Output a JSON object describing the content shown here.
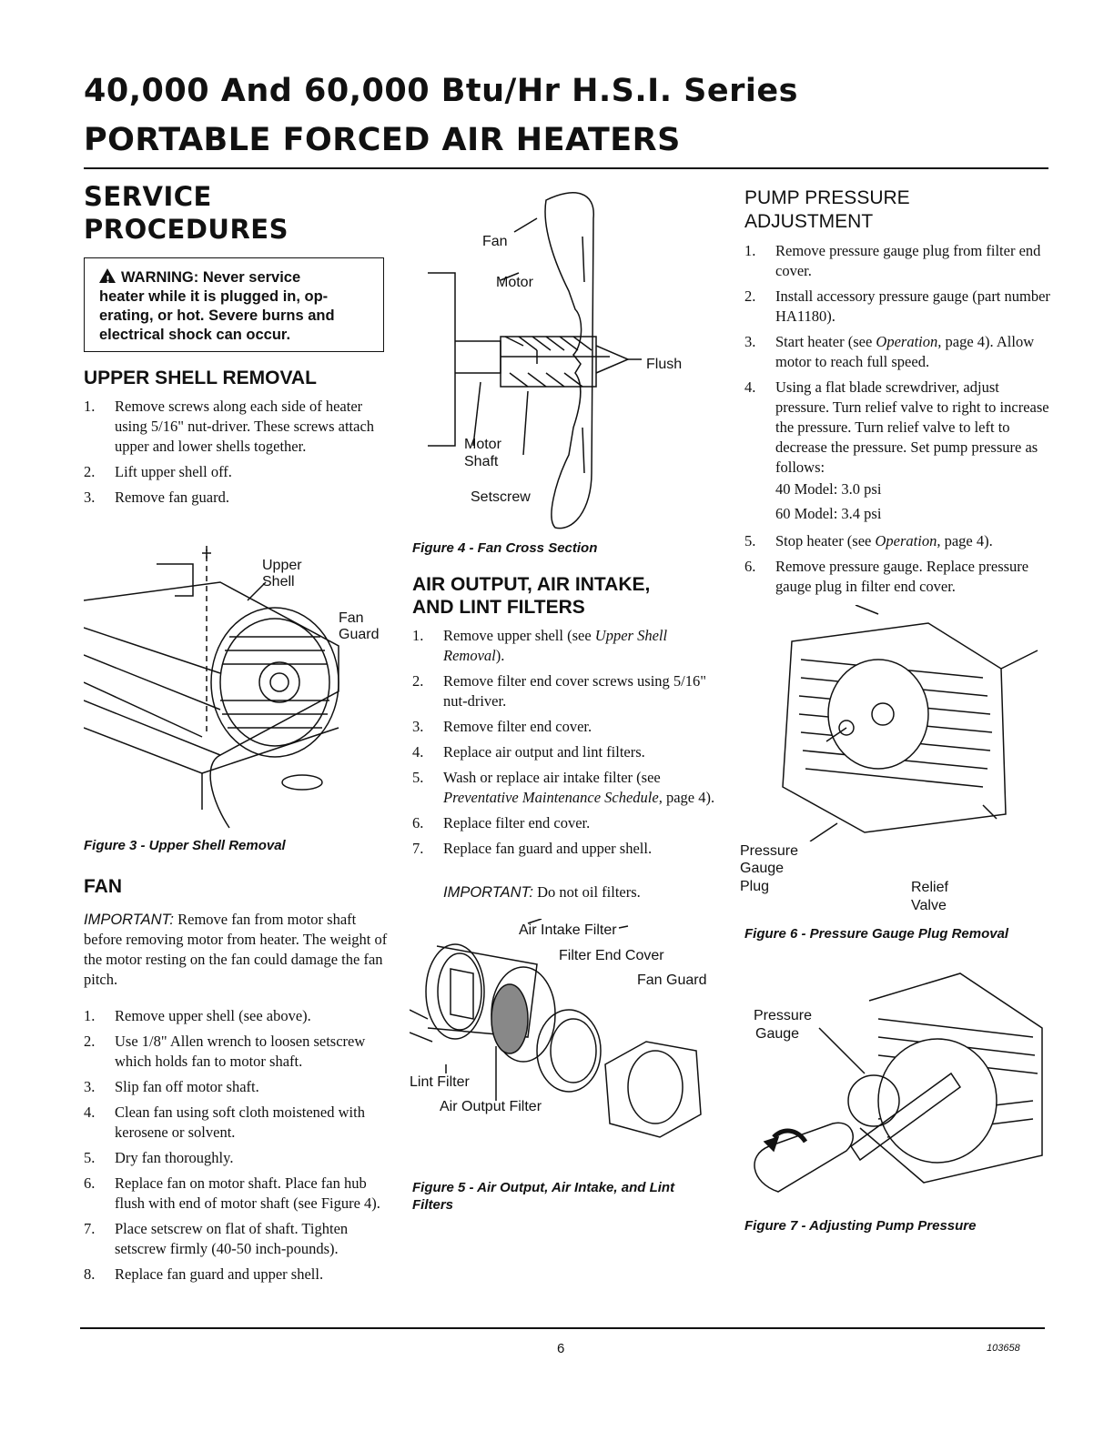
{
  "header": {
    "title_line1": "40,000 And 60,000 Btu/Hr H.S.I. Series",
    "title_line2": "PORTABLE FORCED AIR HEATERS"
  },
  "left": {
    "section_title_line1": "SERVICE",
    "section_title_line2": "PROCEDURES",
    "warning": "WARNING: Never service heater while it is plugged in, operating, or hot. Severe burns and electrical shock can occur.",
    "warning_line1": "WARNING: Never service",
    "warning_line2": "heater while it is plugged in, op-",
    "warning_line3": "erating, or hot. Severe burns and",
    "warning_line4": "electrical shock can occur.",
    "upper_shell_title": "UPPER SHELL REMOVAL",
    "upper_shell_steps": [
      {
        "n": "1.",
        "text": "Remove screws along each side of heater using 5/16\" nut-driver. These screws attach upper and lower shells together."
      },
      {
        "n": "2.",
        "text": "Lift upper shell off."
      },
      {
        "n": "3.",
        "text": "Remove fan guard."
      }
    ],
    "fig3": {
      "label_upper_shell_1": "Upper",
      "label_upper_shell_2": "Shell",
      "label_fan_guard_1": "Fan",
      "label_fan_guard_2": "Guard",
      "caption": "Figure 3 - Upper Shell Removal"
    },
    "fan_title": "FAN",
    "fan_important_label": "IMPORTANT:",
    "fan_important_text": "Remove fan from motor shaft before removing motor from heater. The weight of the motor resting on the fan could damage the fan pitch.",
    "fan_steps": [
      {
        "n": "1.",
        "text": "Remove upper shell (see above)."
      },
      {
        "n": "2.",
        "text": "Use 1/8\" Allen wrench to loosen setscrew which holds fan to motor shaft."
      },
      {
        "n": "3.",
        "text": "Slip fan off motor shaft."
      },
      {
        "n": "4.",
        "text": "Clean fan using soft cloth moistened with kerosene or solvent."
      },
      {
        "n": "5.",
        "text": "Dry fan thoroughly."
      },
      {
        "n": "6.",
        "text": "Replace fan on motor shaft. Place fan hub flush with end of motor shaft (see Figure 4)."
      },
      {
        "n": "7.",
        "text": "Place setscrew on flat of shaft. Tighten setscrew firmly (40-50 inch-pounds)."
      },
      {
        "n": "8.",
        "text": "Replace fan guard and upper shell."
      }
    ]
  },
  "middle": {
    "fig4": {
      "label_fan": "Fan",
      "label_motor": "Motor",
      "label_flush": "Flush",
      "label_motor_shaft_1": "Motor",
      "label_motor_shaft_2": "Shaft",
      "label_setscrew": "Setscrew",
      "caption": "Figure 4 - Fan Cross Section"
    },
    "filters_title_line1": "AIR OUTPUT, AIR INTAKE,",
    "filters_title_line2": "AND LINT FILTERS",
    "filters_steps": [
      {
        "n": "1.",
        "text_plain": "Remove upper shell (see ",
        "text_ital": "Upper Shell Removal",
        "text_end": ")."
      },
      {
        "n": "2.",
        "text_plain": "Remove filter end cover screws using 5/16\" nut-driver.",
        "text_ital": "",
        "text_end": ""
      },
      {
        "n": "3.",
        "text_plain": "Remove filter end cover.",
        "text_ital": "",
        "text_end": ""
      },
      {
        "n": "4.",
        "text_plain": "Replace air output and lint filters.",
        "text_ital": "",
        "text_end": ""
      },
      {
        "n": "5.",
        "text_plain": "Wash or replace air intake filter (see ",
        "text_ital": "Preventative Maintenance Schedule,",
        "text_end": " page 4)."
      },
      {
        "n": "6.",
        "text_plain": "Replace filter end cover.",
        "text_ital": "",
        "text_end": ""
      },
      {
        "n": "7.",
        "text_plain": "Replace fan guard and upper shell.",
        "text_ital": "",
        "text_end": ""
      }
    ],
    "filters_important_label": "IMPORTANT:",
    "filters_important_text": "Do not oil filters.",
    "fig5": {
      "label_air_intake": "Air Intake Filter",
      "label_filter_end_cover": "Filter End Cover",
      "label_fan_guard": "Fan Guard",
      "label_lint_filter": "Lint Filter",
      "label_air_output": "Air Output Filter",
      "caption_line1": "Figure 5 - Air Output, Air Intake, and Lint",
      "caption_line2": "Filters"
    }
  },
  "right": {
    "pump_title_line1": "PUMP PRESSURE",
    "pump_title_line2": "ADJUSTMENT",
    "pump_steps": [
      {
        "n": "1.",
        "text_plain": "Remove pressure gauge plug from filter end cover.",
        "text_ital": "",
        "text_end": ""
      },
      {
        "n": "2.",
        "text_plain": "Install accessory pressure gauge (part number HA1180).",
        "text_ital": "",
        "text_end": ""
      },
      {
        "n": "3.",
        "text_plain": "Start heater (see ",
        "text_ital": "Operation,",
        "text_end": " page 4). Allow motor to reach full speed."
      },
      {
        "n": "4.",
        "text_plain": "Using a flat blade screwdriver, adjust pressure. Turn relief valve to right to increase the pressure. Turn relief valve to left to decrease the pressure. Set pump pressure as follows:",
        "text_ital": "",
        "text_end": ""
      }
    ],
    "pressure_40": "40 Model: 3.0 psi",
    "pressure_60": "60 Model: 3.4 psi",
    "pump_steps_b": [
      {
        "n": "5.",
        "text_plain": "Stop heater (see ",
        "text_ital": "Operation,",
        "text_end": " page 4)."
      },
      {
        "n": "6.",
        "text_plain": "Remove pressure gauge. Replace pressure gauge plug in filter end cover.",
        "text_ital": "",
        "text_end": ""
      }
    ],
    "fig6": {
      "label_pressure": "Pressure",
      "label_gauge": "Gauge",
      "label_plug": "Plug",
      "label_relief": "Relief",
      "label_valve": "Valve",
      "caption": "Figure 6 - Pressure Gauge Plug Removal"
    },
    "fig7": {
      "label_pressure": "Pressure",
      "label_gauge": "Gauge",
      "caption": "Figure 7 - Adjusting Pump Pressure"
    }
  },
  "footer": {
    "page_number": "6",
    "doc_number": "103658"
  }
}
